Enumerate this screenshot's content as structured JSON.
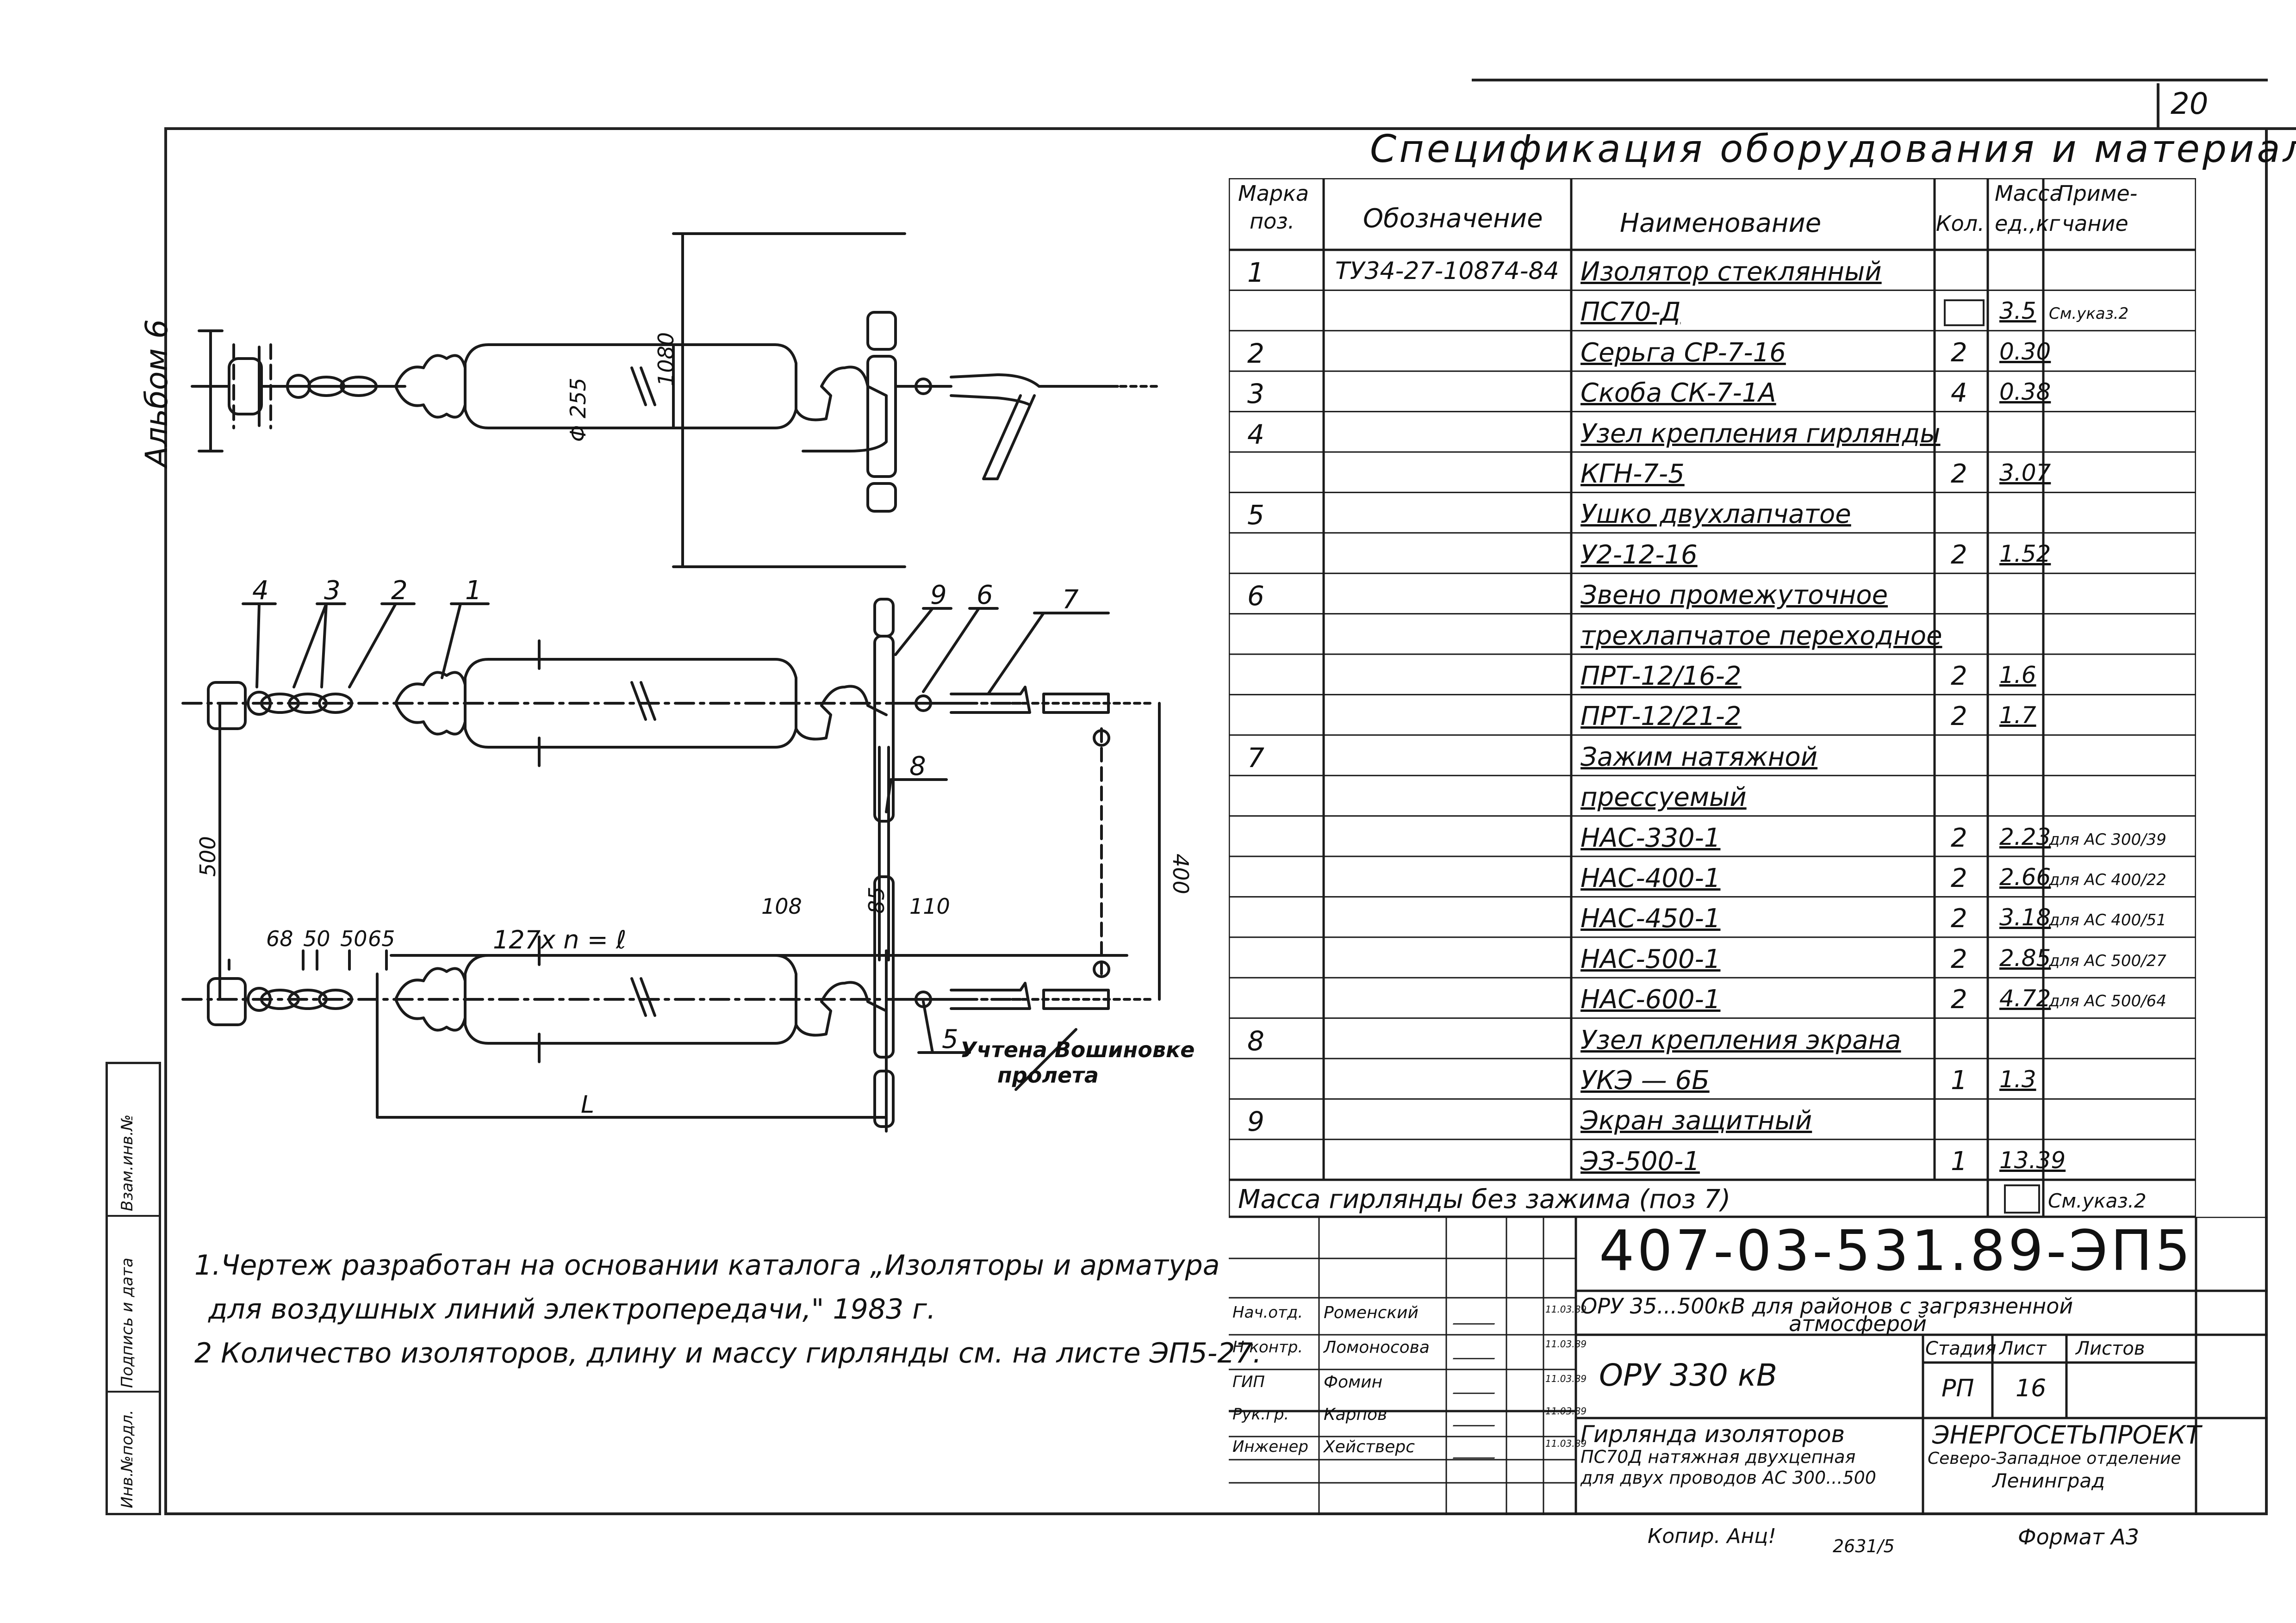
{
  "sheet": {
    "page_number": "20",
    "album": "Альбом 6"
  },
  "binding_strip": {
    "items": [
      "Инв.№подл.",
      "Подпись и дата",
      "Взам.инв.№"
    ]
  },
  "spec": {
    "title": "Спецификация оборудования и материалов",
    "headers": {
      "mark": "Марка поз.",
      "mark_l1": "Марка",
      "mark_l2": "поз.",
      "designation": "Обозначение",
      "name": "Наименование",
      "qty": "Кол.",
      "mass_l1": "Масса",
      "mass_l2": "ед.,кг",
      "note_l1": "Приме-",
      "note_l2": "чание"
    },
    "rows": [
      {
        "pos": "1",
        "designation": "ТУ34-27-10874-84",
        "name": "Изолятор стеклянный",
        "qty": "",
        "mass": "",
        "note": ""
      },
      {
        "pos": "",
        "designation": "",
        "name": "ПС70-Д",
        "qty": "",
        "mass": "3.5",
        "note": "См.указ.2"
      },
      {
        "pos": "2",
        "designation": "",
        "name": "Серьга СР-7-16",
        "qty": "2",
        "mass": "0.30",
        "note": ""
      },
      {
        "pos": "3",
        "designation": "",
        "name": "Скоба СК-7-1А",
        "qty": "4",
        "mass": "0.38",
        "note": ""
      },
      {
        "pos": "4",
        "designation": "",
        "name": "Узел крепления гирлянды",
        "qty": "",
        "mass": "",
        "note": ""
      },
      {
        "pos": "",
        "designation": "",
        "name": "КГН-7-5",
        "qty": "2",
        "mass": "3.07",
        "note": ""
      },
      {
        "pos": "5",
        "designation": "",
        "name": "Ушко двухлапчатое",
        "qty": "",
        "mass": "",
        "note": ""
      },
      {
        "pos": "",
        "designation": "",
        "name": "У2-12-16",
        "qty": "2",
        "mass": "1.52",
        "note": ""
      },
      {
        "pos": "6",
        "designation": "",
        "name": "Звено промежуточное",
        "qty": "",
        "mass": "",
        "note": ""
      },
      {
        "pos": "",
        "designation": "",
        "name": "трехлапчатое переходное",
        "qty": "",
        "mass": "",
        "note": ""
      },
      {
        "pos": "",
        "designation": "",
        "name": "ПРТ-12/16-2",
        "qty": "2",
        "mass": "1.6",
        "note": ""
      },
      {
        "pos": "",
        "designation": "",
        "name": "ПРТ-12/21-2",
        "qty": "2",
        "mass": "1.7",
        "note": ""
      },
      {
        "pos": "7",
        "designation": "",
        "name": "Зажим натяжной",
        "qty": "",
        "mass": "",
        "note": ""
      },
      {
        "pos": "",
        "designation": "",
        "name": "прессуемый",
        "qty": "",
        "mass": "",
        "note": ""
      },
      {
        "pos": "",
        "designation": "",
        "name": "НАС-330-1",
        "qty": "2",
        "mass": "2.23",
        "note": "для АС 300/39"
      },
      {
        "pos": "",
        "designation": "",
        "name": "НАС-400-1",
        "qty": "2",
        "mass": "2.66",
        "note": "для АС 400/22"
      },
      {
        "pos": "",
        "designation": "",
        "name": "НАС-450-1",
        "qty": "2",
        "mass": "3.18",
        "note": "для АС 400/51"
      },
      {
        "pos": "",
        "designation": "",
        "name": "НАС-500-1",
        "qty": "2",
        "mass": "2.85",
        "note": "для АС 500/27"
      },
      {
        "pos": "",
        "designation": "",
        "name": "НАС-600-1",
        "qty": "2",
        "mass": "4.72",
        "note": "для АС 500/64"
      },
      {
        "pos": "8",
        "designation": "",
        "name": "Узел крепления экрана",
        "qty": "",
        "mass": "",
        "note": ""
      },
      {
        "pos": "",
        "designation": "",
        "name": "УКЭ — 6Б",
        "qty": "1",
        "mass": "1.3",
        "note": ""
      },
      {
        "pos": "9",
        "designation": "",
        "name": "Экран защитный",
        "qty": "",
        "mass": "",
        "note": ""
      },
      {
        "pos": "",
        "designation": "",
        "name": "ЭЗ-500-1",
        "qty": "1",
        "mass": "13.39",
        "note": ""
      }
    ],
    "footer": {
      "label": "Масса гирлянды без зажима (поз 7)",
      "note": "См.указ.2"
    }
  },
  "drawing": {
    "dims": {
      "d255": "Φ 255",
      "h1080": "1080",
      "d500": "500",
      "d400": "400",
      "d68": "68",
      "d50a": "50",
      "d50b": "50",
      "d65": "65",
      "formula": "127х n = ℓ",
      "d108": "108",
      "d85": "85",
      "d110": "110",
      "L": "L"
    },
    "callouts": [
      "4",
      "3",
      "2",
      "1",
      "9",
      "6",
      "7",
      "8",
      "5"
    ],
    "note_text": [
      "Учтена Вошиновке",
      "пролета"
    ]
  },
  "notes": [
    "1.Чертеж разработан на основании каталога „Изоляторы и арматура",
    "для воздушных линий электропередачи,\" 1983 г.",
    "2 Количество изоляторов, длину и массу гирлянды см. на листе ЭП5-27."
  ],
  "title_block": {
    "doc_code": "407-03-531.89-ЭП5",
    "project_l1": "ОРУ 35...500кВ для районов с загрязненной",
    "project_l2": "атмосферой",
    "object": "ОРУ 330 кВ",
    "stage_header": "Стадия",
    "sheet_header": "Лист",
    "sheets_header": "Листов",
    "stage": "РП",
    "sheet": "16",
    "sheets": "",
    "sheet_title_l1": "Гирлянда изоляторов",
    "sheet_title_l2": "ПС70Д натяжная двухцепная",
    "sheet_title_l3": "для двух проводов АС 300...500",
    "org_l1": "ЭНЕРГОСЕТЬПРОЕКТ",
    "org_l2": "Северо-Западное отделение",
    "org_l3": "Ленинград",
    "staff": [
      {
        "role": "Нач.отд.",
        "name": "Роменский",
        "date": "11.03.89"
      },
      {
        "role": "Н.контр.",
        "name": "Ломоносова",
        "date": "11.03.89"
      },
      {
        "role": "ГИП",
        "name": "Фомин",
        "date": "11.03.89"
      },
      {
        "role": "Рук.гр.",
        "name": "Карпов",
        "date": "11.03.89"
      },
      {
        "role": "Инженер",
        "name": "Хействерс",
        "date": "11.03.89"
      }
    ]
  },
  "footer": {
    "copy": "Копир. Анц!",
    "number": "2631/5",
    "format": "Формат А3"
  }
}
